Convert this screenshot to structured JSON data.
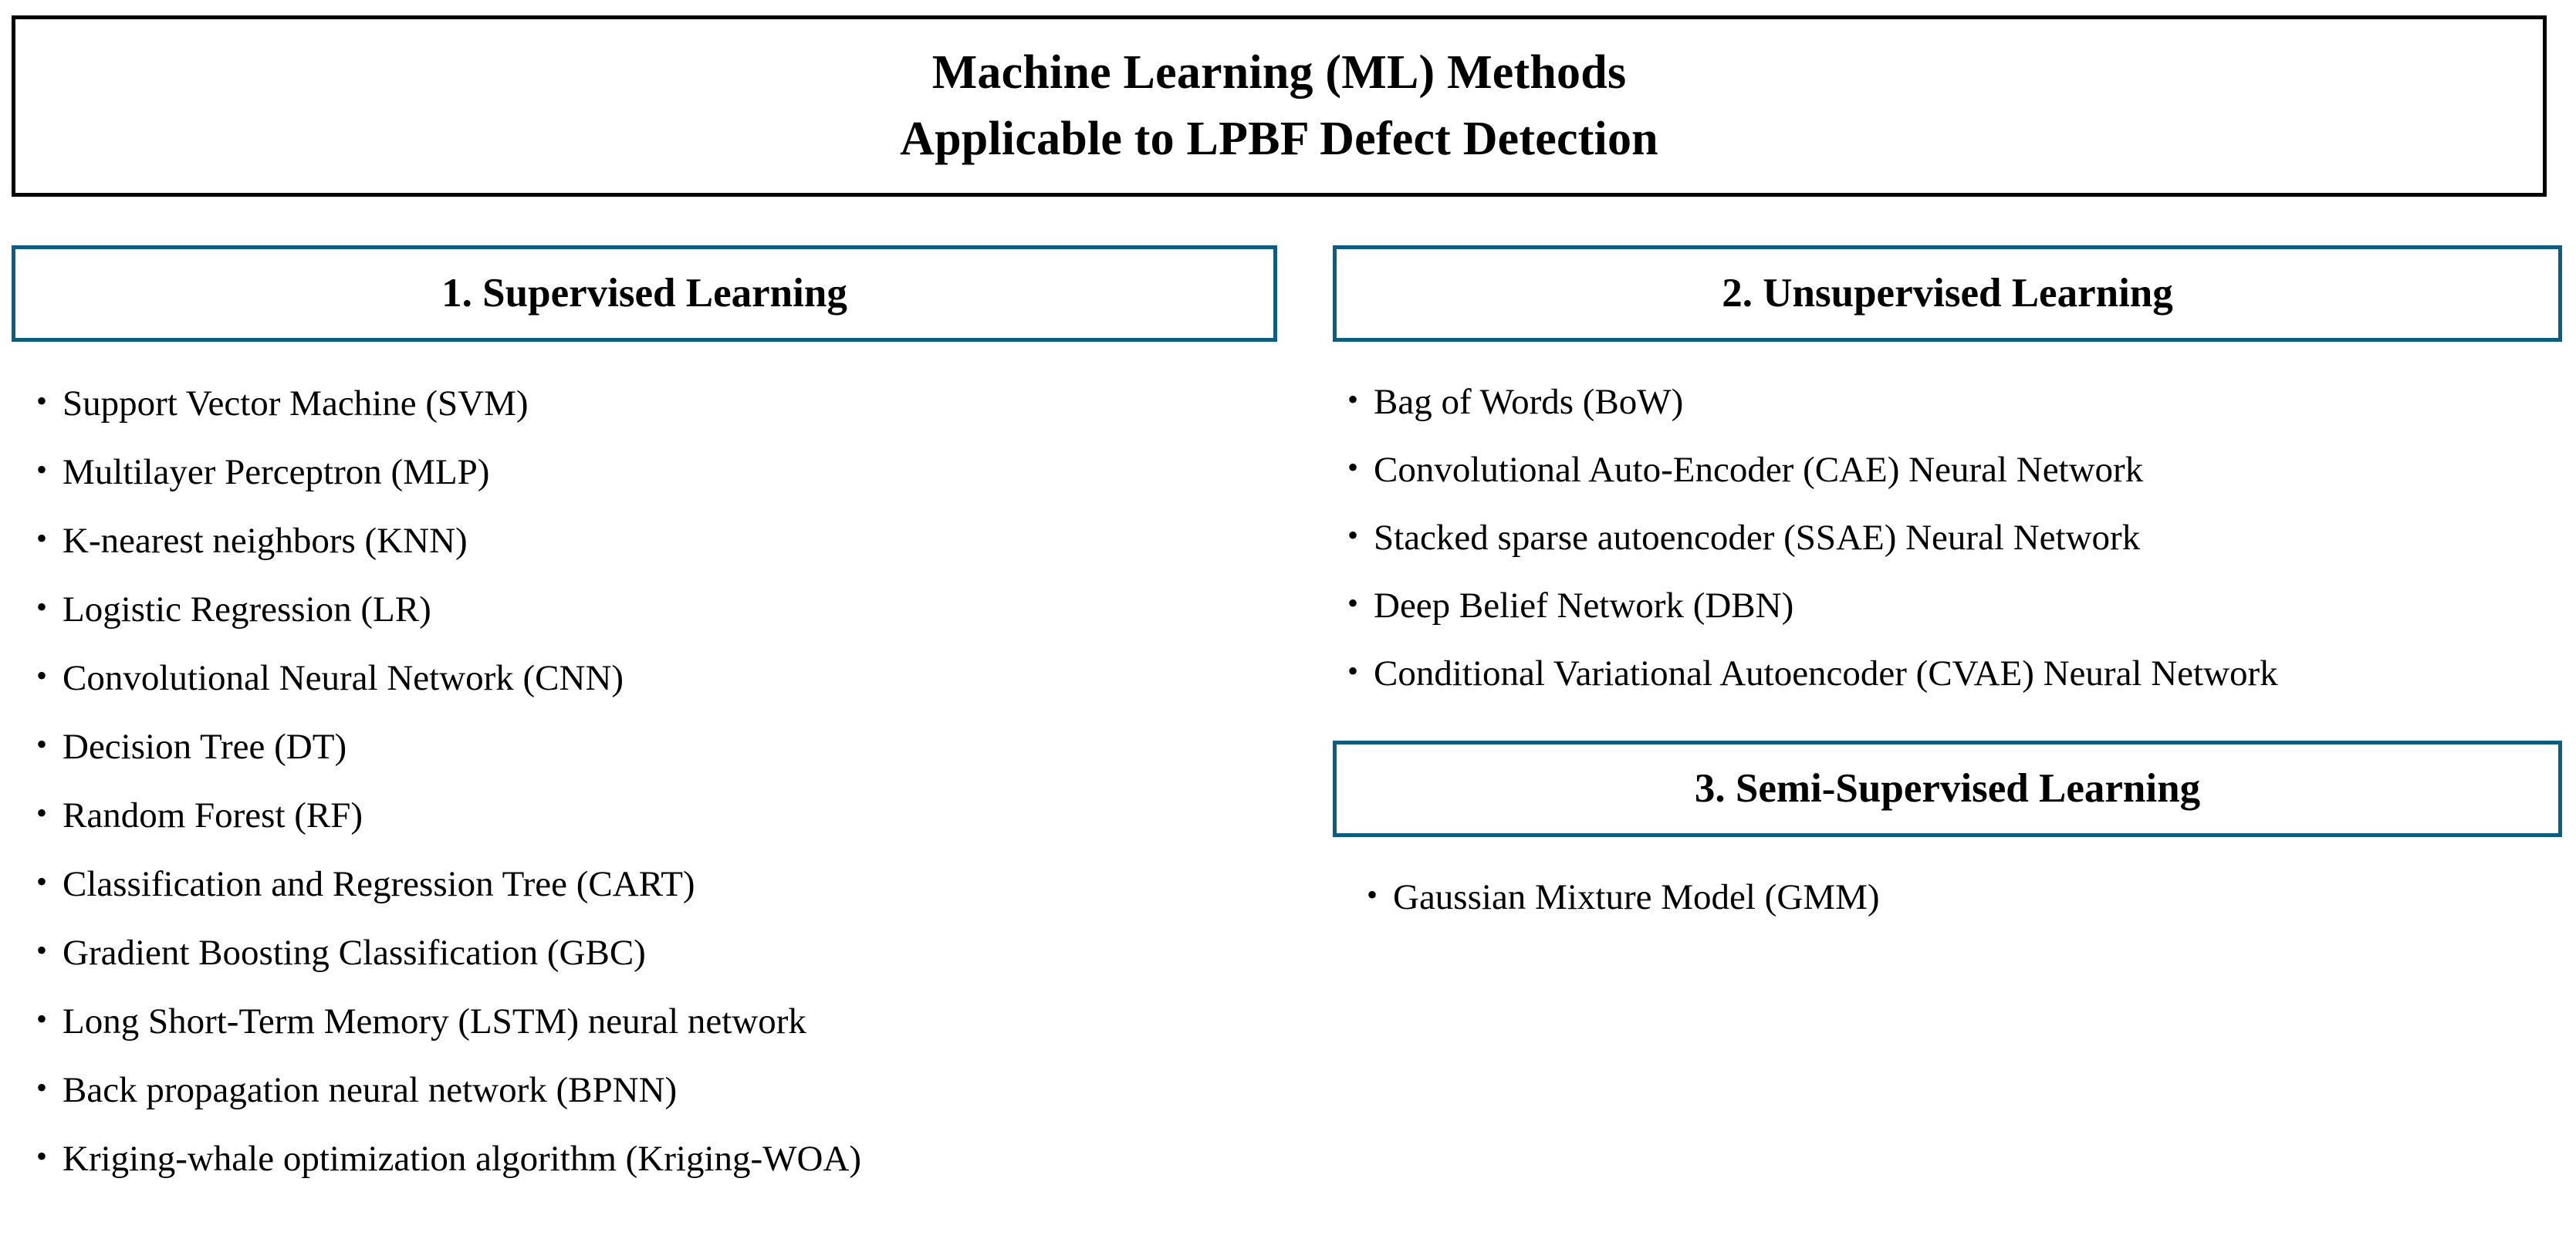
{
  "title": {
    "line1": "Machine Learning (ML) Methods",
    "line2": "Applicable to LPBF Defect Detection"
  },
  "colors": {
    "title_border": "#000000",
    "section_border": "#0B5E80",
    "text": "#000000",
    "background": "#FFFFFF"
  },
  "bullet_glyph": "•",
  "sections": [
    {
      "header": "1. Supervised Learning",
      "items": [
        "Support Vector Machine (SVM)",
        "Multilayer Perceptron (MLP)",
        "K-nearest neighbors (KNN)",
        "Logistic Regression (LR)",
        "Convolutional Neural Network (CNN)",
        "Decision Tree (DT)",
        "Random Forest (RF)",
        "Classification and Regression Tree (CART)",
        "Gradient Boosting Classification (GBC)",
        "Long Short-Term Memory (LSTM) neural network",
        "Back propagation neural network (BPNN)",
        "Kriging-whale optimization algorithm (Kriging-WOA)"
      ]
    },
    {
      "header": "2. Unsupervised Learning",
      "items": [
        "Bag of Words (BoW)",
        "Convolutional Auto-Encoder (CAE) Neural Network",
        "Stacked sparse autoencoder (SSAE) Neural Network",
        "Deep Belief Network (DBN)",
        "Conditional Variational Autoencoder (CVAE) Neural Network"
      ]
    },
    {
      "header": "3. Semi-Supervised Learning",
      "items": [
        "Gaussian Mixture Model (GMM)"
      ]
    }
  ]
}
